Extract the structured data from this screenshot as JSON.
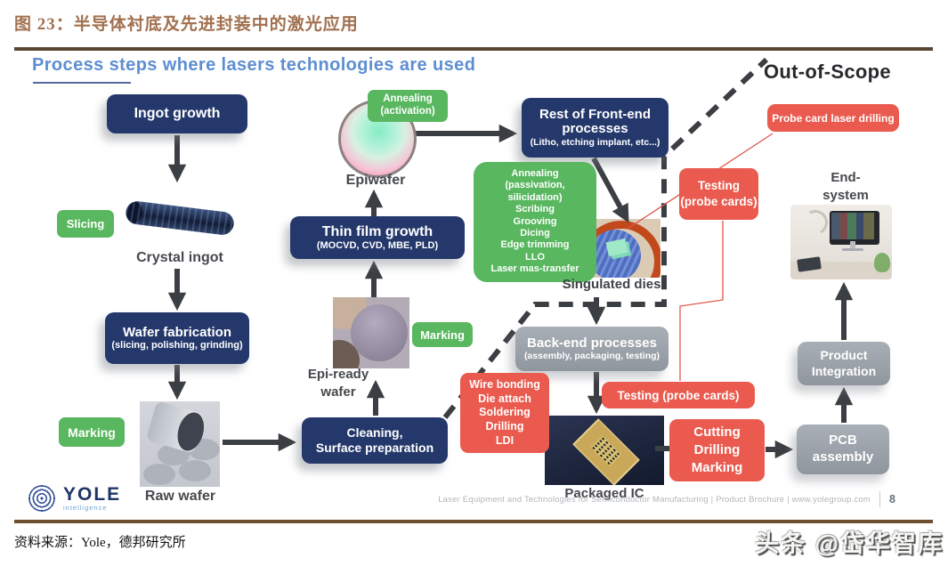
{
  "report": {
    "figure_title": "图 23：半导体衬底及先进封装中的激光应用",
    "source": "资料来源：Yole，德邦研究所",
    "watermark": "头条 @岱华智库"
  },
  "slide": {
    "title": "Process steps where lasers technologies are used",
    "out_of_scope": "Out-of-Scope",
    "footer_text": "Laser Equipment and Technologies for Semiconductor Manufacturing | Product Brochure | www.yolegroup.com",
    "page_number": "8",
    "logo": {
      "brand": "YOLE",
      "tagline": "intelligence"
    }
  },
  "colors": {
    "navy": "#24386b",
    "green": "#58b75f",
    "red": "#ea5a4e",
    "gray": "#9aa1a9",
    "title_brown": "#a1704f",
    "slide_blue": "#5d8ed2"
  },
  "flow": {
    "ingot_growth": {
      "label": "Ingot growth"
    },
    "slicing": {
      "label": "Slicing"
    },
    "crystal_ingot": {
      "caption": "Crystal ingot"
    },
    "wafer_fab": {
      "title": "Wafer fabrication",
      "sub": "(slicing, polishing, grinding)"
    },
    "marking_wafer": {
      "label": "Marking"
    },
    "raw_wafer": {
      "caption": "Raw wafer"
    },
    "annealing_activation": {
      "line1": "Annealing",
      "line2": "(activation)"
    },
    "epiwafer": {
      "caption": "Epiwafer"
    },
    "thin_film": {
      "title": "Thin film growth",
      "sub": "(MOCVD, CVD, MBE, PLD)"
    },
    "epi_ready": {
      "line1": "Epi-ready",
      "line2": "wafer"
    },
    "marking_epi": {
      "label": "Marking"
    },
    "cleaning": {
      "line1": "Cleaning,",
      "line2": "Surface preparation"
    },
    "front_end": {
      "title": "Rest of Front-end processes",
      "sub": "(Litho, etching implant, etc...)"
    },
    "front_end_lasers": {
      "lines": [
        "Annealing",
        "(passivation,",
        "silicidation)",
        "Scribing",
        "Grooving",
        "Dicing",
        "Edge trimming",
        "LLO",
        "Laser mas-transfer"
      ]
    },
    "singulated_dies": {
      "caption": "Singulated dies"
    },
    "probe_card": {
      "label": "Probe card laser drilling"
    },
    "testing_upper": {
      "line1": "Testing",
      "line2": "(probe cards)"
    },
    "back_end": {
      "title": "Back-end processes",
      "sub": "(assembly, packaging, testing)"
    },
    "wire_bonding": {
      "lines": [
        "Wire bonding",
        "Die attach",
        "Soldering",
        "Drilling",
        "LDI"
      ]
    },
    "testing_lower": {
      "label": "Testing (probe cards)"
    },
    "packaged_ic": {
      "caption": "Packaged IC"
    },
    "cutting": {
      "lines": [
        "Cutting",
        "Drilling",
        "Marking"
      ]
    },
    "pcb": {
      "line1": "PCB",
      "line2": "assembly"
    },
    "product_integration": {
      "line1": "Product",
      "line2": "Integration"
    },
    "end_system": {
      "line1": "End-",
      "line2": "system"
    }
  }
}
